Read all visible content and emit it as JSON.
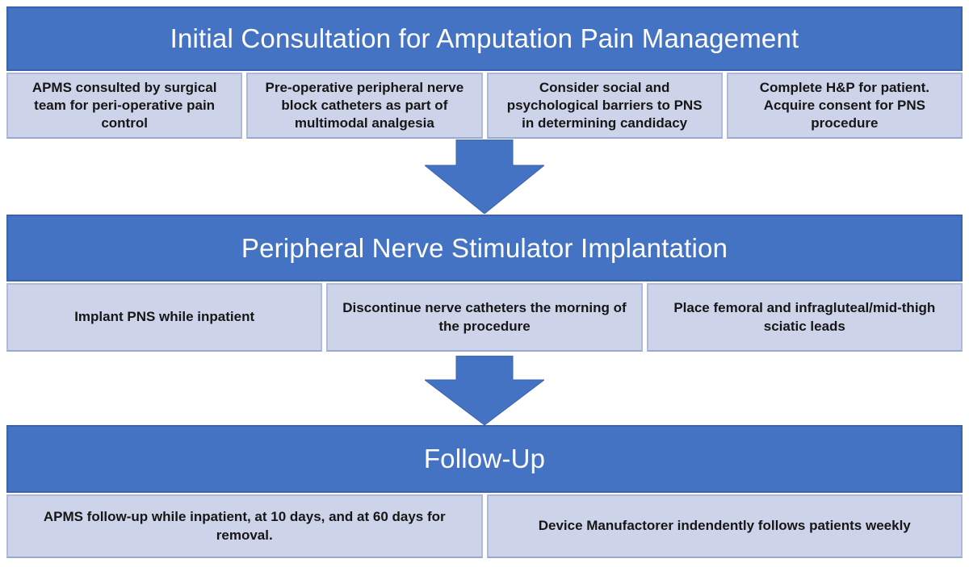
{
  "palette": {
    "header_bg": "#4573c4",
    "header_border": "#3b63ad",
    "header_text": "#ffffff",
    "step_bg": "#cdd4ea",
    "step_border": "#aeb9db",
    "step_text": "#161616",
    "arrow_fill": "#4573c4",
    "page_bg": "#ffffff"
  },
  "sections": [
    {
      "title": "Initial Consultation for Amputation Pain Management",
      "items": [
        "APMS consulted by surgical team for peri-operative pain control",
        "Pre-operative peripheral nerve block catheters as part of multimodal analgesia",
        "Consider social and psychological barriers to PNS in determining candidacy",
        "Complete H&P for patient. Acquire consent for PNS procedure"
      ]
    },
    {
      "title": "Peripheral Nerve Stimulator Implantation",
      "items": [
        "Implant PNS while inpatient",
        "Discontinue nerve catheters the morning of the procedure",
        "Place femoral and infragluteal/mid-thigh sciatic leads"
      ]
    },
    {
      "title": "Follow-Up",
      "items": [
        "APMS follow-up while inpatient, at 10 days, and at 60 days for removal.",
        "Device Manufactorer indendently follows patients weekly"
      ]
    }
  ],
  "arrows": [
    {
      "icon": "down-arrow"
    },
    {
      "icon": "down-arrow"
    }
  ]
}
